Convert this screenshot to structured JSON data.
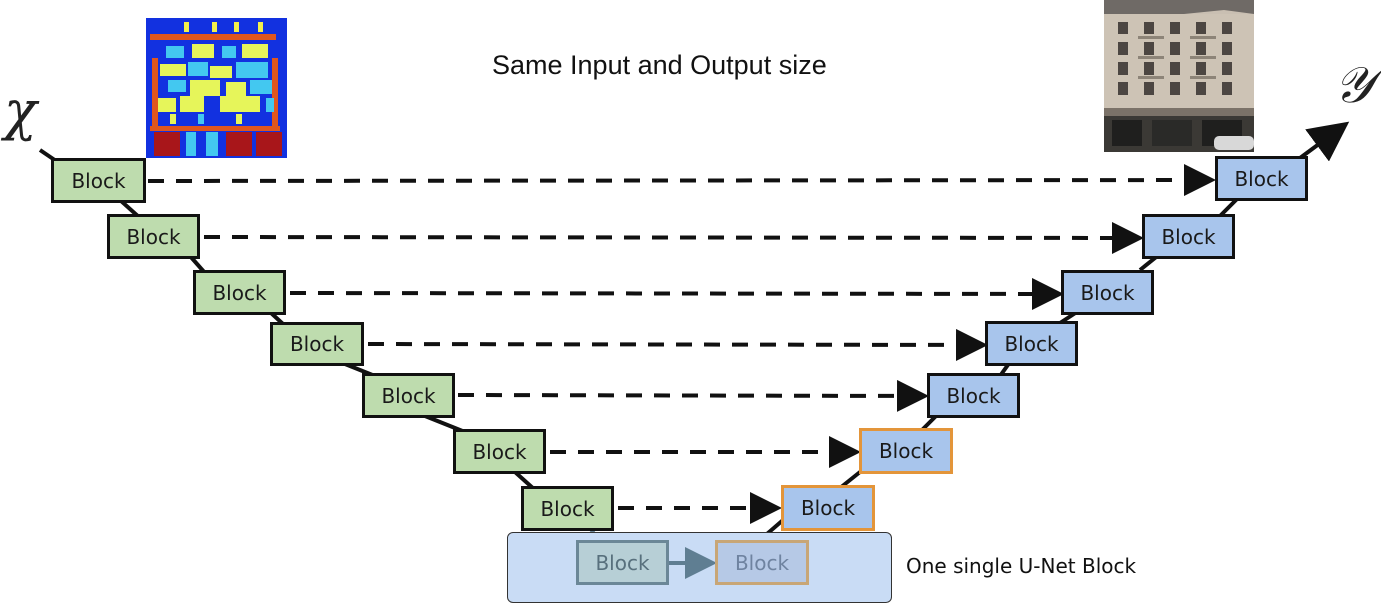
{
  "title": "Same Input and Output size",
  "input_symbol": "χ",
  "output_symbol": "𝒴",
  "block_label": "Block",
  "note": "One single U-Net Block",
  "colors": {
    "encoder_fill": "#bedcae",
    "decoder_fill": "#a8c5ec",
    "highlight_border": "#e3953a",
    "panel_fill": "#c9dcf5",
    "border": "#111111"
  },
  "images": {
    "input": "layout-map-icon",
    "output": "building-photo-icon"
  },
  "encoder_blocks": [
    "Block",
    "Block",
    "Block",
    "Block",
    "Block",
    "Block",
    "Block"
  ],
  "decoder_blocks": [
    "Block",
    "Block",
    "Block",
    "Block",
    "Block",
    "Block",
    "Block"
  ],
  "unet_block": {
    "left": "Block",
    "right": "Block"
  }
}
